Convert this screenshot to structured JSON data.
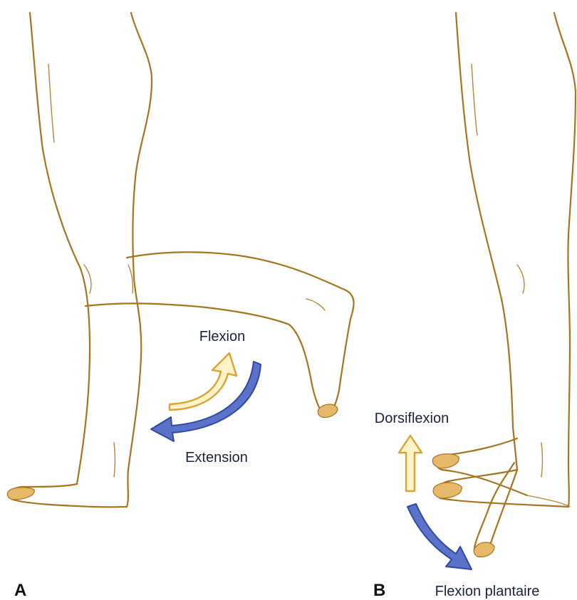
{
  "panels": {
    "a": {
      "letter": "A",
      "label_up": "Flexion",
      "label_down": "Extension"
    },
    "b": {
      "letter": "B",
      "label_up": "Dorsiflexion",
      "label_down": "Flexion plantaire"
    }
  },
  "colors": {
    "outline": "#a8741e",
    "arrow_up": "#d9a233",
    "arrow_down": "#2f4aa0"
  }
}
